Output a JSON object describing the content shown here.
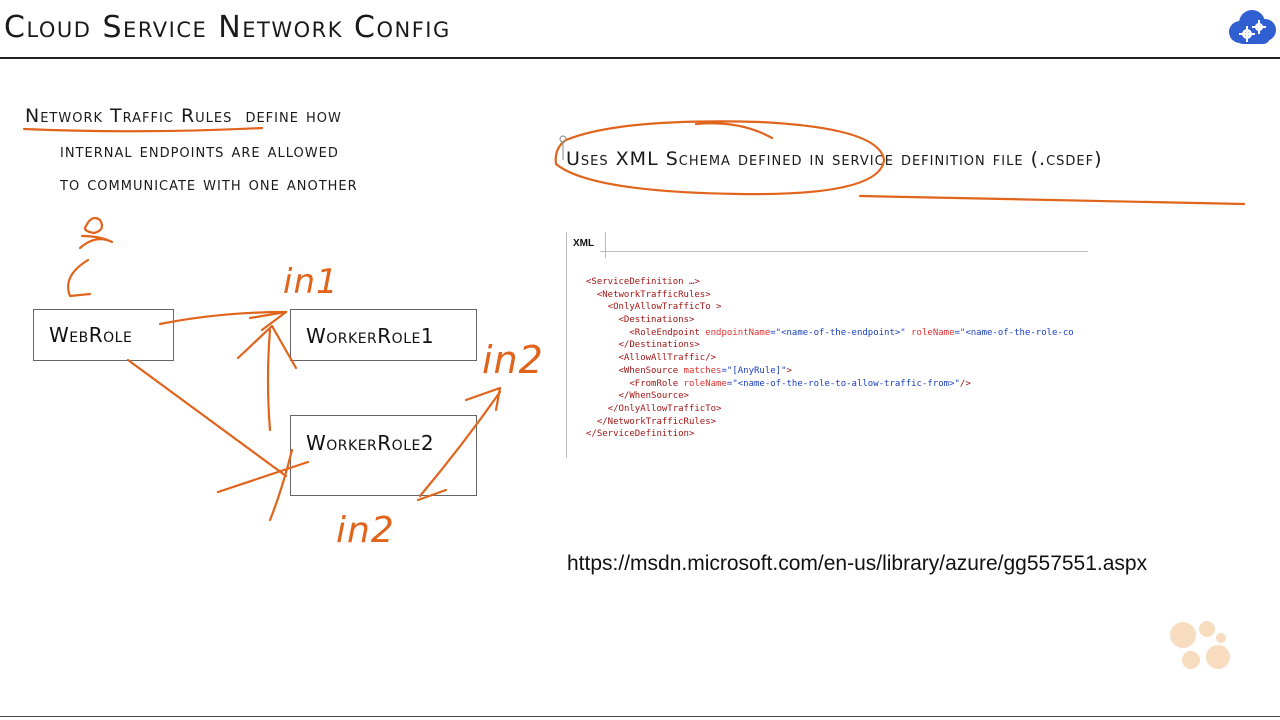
{
  "title": "Cloud Service Network Config",
  "rules": {
    "line1_emph": "Network Traffic Rules",
    "line1_rest": "define how",
    "line2": "internal endpoints are allowed",
    "line3": "to communicate with one another"
  },
  "diagram": {
    "webrole": "WebRole",
    "worker1": "WorkerRole1",
    "worker2": "WorkerRole2",
    "label_in1": "in1",
    "label_in2_top": "in2",
    "label_in2_bottom": "in2"
  },
  "schema_note": "Uses XML Schema defined in service definition file (.csdef)",
  "xml": {
    "tab_label": "XML",
    "lines": [
      {
        "indent": "",
        "parts": [
          {
            "t": "tag",
            "v": "<ServiceDefinition …>"
          }
        ]
      },
      {
        "indent": "  ",
        "parts": [
          {
            "t": "tag",
            "v": "<NetworkTrafficRules>"
          }
        ]
      },
      {
        "indent": "    ",
        "parts": [
          {
            "t": "tag",
            "v": "<OnlyAllowTrafficTo >"
          }
        ]
      },
      {
        "indent": "      ",
        "parts": [
          {
            "t": "tag",
            "v": "<Destinations>"
          }
        ]
      },
      {
        "indent": "        ",
        "parts": [
          {
            "t": "tag",
            "v": "<RoleEndpoint "
          },
          {
            "t": "attr",
            "v": "endpointName"
          },
          {
            "t": "val",
            "v": "=\"<name-of-the-endpoint>\" "
          },
          {
            "t": "attr",
            "v": "roleName"
          },
          {
            "t": "val",
            "v": "=\"<name-of-the-role-co"
          }
        ]
      },
      {
        "indent": "      ",
        "parts": [
          {
            "t": "tag",
            "v": "</Destinations>"
          }
        ]
      },
      {
        "indent": "      ",
        "parts": [
          {
            "t": "tag",
            "v": "<AllowAllTraffic/>"
          }
        ]
      },
      {
        "indent": "      ",
        "parts": [
          {
            "t": "tag",
            "v": "<WhenSource "
          },
          {
            "t": "attr",
            "v": "matches"
          },
          {
            "t": "val",
            "v": "=\"[AnyRule]\""
          },
          {
            "t": "tag",
            "v": ">"
          }
        ]
      },
      {
        "indent": "        ",
        "parts": [
          {
            "t": "tag",
            "v": "<FromRole "
          },
          {
            "t": "attr",
            "v": "roleName"
          },
          {
            "t": "val",
            "v": "=\"<name-of-the-role-to-allow-traffic-from>\""
          },
          {
            "t": "tag",
            "v": "/>"
          }
        ]
      },
      {
        "indent": "      ",
        "parts": [
          {
            "t": "tag",
            "v": "</WhenSource>"
          }
        ]
      },
      {
        "indent": "    ",
        "parts": [
          {
            "t": "tag",
            "v": "</OnlyAllowTrafficTo>"
          }
        ]
      },
      {
        "indent": "  ",
        "parts": [
          {
            "t": "tag",
            "v": "</NetworkTrafficRules>"
          }
        ]
      },
      {
        "indent": "",
        "parts": [
          {
            "t": "tag",
            "v": "</ServiceDefinition>"
          }
        ]
      }
    ]
  },
  "url": "https://msdn.microsoft.com/en-us/library/azure/gg557551.aspx",
  "colors": {
    "ink_orange": "#e0641b",
    "logo_blue": "#2f5fd0",
    "logo_dots": "#f7dcc0"
  },
  "icons": {
    "brand": "gear-cloud-icon",
    "watermark": "dots-logo-icon"
  }
}
